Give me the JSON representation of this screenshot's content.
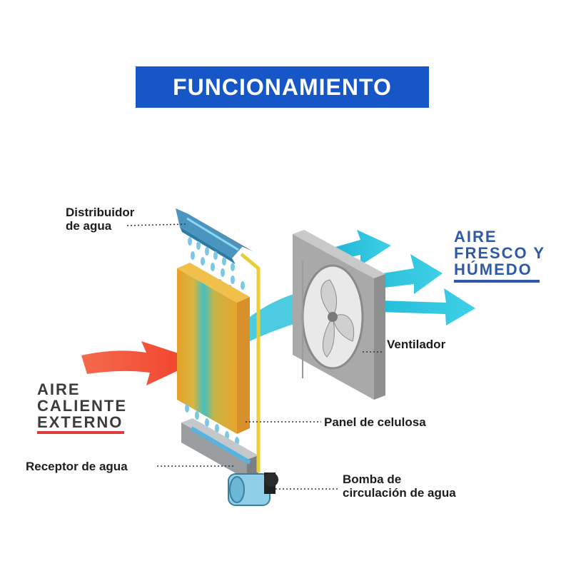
{
  "title": "FUNCIONAMIENTO",
  "labels": {
    "distribuidor": [
      "Distribuidor",
      "de agua"
    ],
    "ventilador": "Ventilador",
    "panel": "Panel de celulosa",
    "receptor": "Receptor de agua",
    "bomba": [
      "Bomba de",
      "circulación de agua"
    ]
  },
  "air_out": [
    "AIRE",
    "FRESCO Y",
    "HÚMEDO"
  ],
  "air_in": [
    "AIRE",
    "CALIENTE",
    "EXTERNO"
  ],
  "colors": {
    "banner": "#1656c6",
    "cool_air": "#2ec3dc",
    "hot_air": "#f2593c",
    "panel": "#e7a92a",
    "underline_blue": "#2f5aa8",
    "underline_red": "#e03a3a"
  }
}
